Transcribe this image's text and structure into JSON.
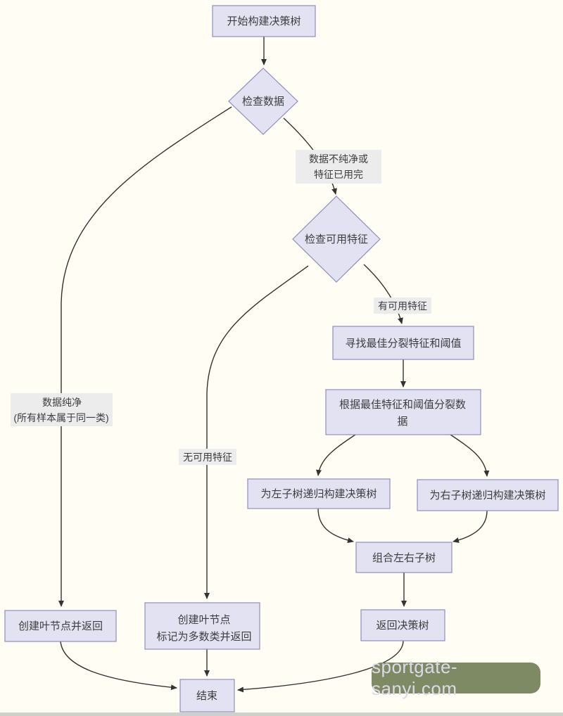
{
  "flowchart": {
    "nodes": {
      "start": "开始构建决策树",
      "check_data": "检查数据",
      "check_features": "检查可用特征",
      "find_best": "寻找最佳分裂特征和阈值",
      "split_data_line1": "根据最佳特征和阈值分裂数",
      "split_data_line2": "据",
      "left_subtree": "为左子树递归构建决策树",
      "right_subtree": "为右子树递归构建决策树",
      "combine": "组合左右子树",
      "return_tree": "返回决策树",
      "create_leaf": "创建叶节点并返回",
      "create_leaf_majority_line1": "创建叶节点",
      "create_leaf_majority_line2": "标记为多数类并返回",
      "end": "结束"
    },
    "edge_labels": {
      "impure_line1": "数据不纯净或",
      "impure_line2": "特征已用完",
      "has_features": "有可用特征",
      "pure_line1": "数据纯净",
      "pure_line2": "(所有样本属于同一类)",
      "no_features": "无可用特征"
    },
    "colors": {
      "background": "#fffdf4",
      "node_fill": "#e2e2f3",
      "node_border": "#8f8fba",
      "edge": "#333333",
      "edge_label_bg": "#ececec",
      "text": "#3d3d3d"
    }
  },
  "watermark": {
    "text": "sportgate-sanyi.com",
    "bg": "#7d8a63",
    "color": "#ddd8ea"
  }
}
